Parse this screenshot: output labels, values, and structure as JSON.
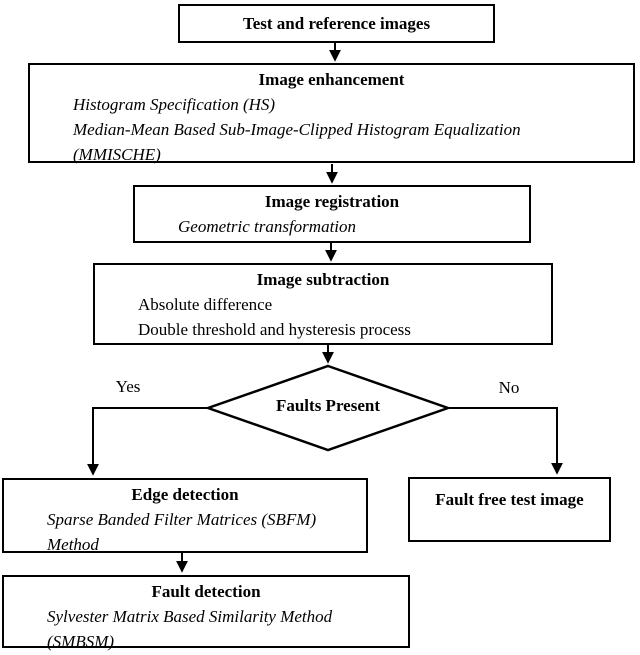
{
  "nodes": {
    "test_reference": {
      "title": "Test and reference images"
    },
    "image_enhancement": {
      "title": "Image enhancement",
      "body": [
        "Histogram Specification (HS)",
        "Median-Mean Based Sub-Image-Clipped Histogram Equalization",
        "(MMISCHE)"
      ]
    },
    "image_registration": {
      "title": "Image registration",
      "body": [
        "Geometric transformation"
      ]
    },
    "image_subtraction": {
      "title": "Image subtraction",
      "body": [
        "Absolute difference",
        "Double threshold and hysteresis process"
      ]
    },
    "faults_decision": {
      "title": "Faults Present"
    },
    "edge_detection": {
      "title": "Edge detection",
      "body": [
        "Sparse Banded Filter Matrices (SBFM)",
        "Method"
      ]
    },
    "fault_free": {
      "title": "Fault free test image"
    },
    "fault_detection": {
      "title": "Fault detection",
      "body": [
        "Sylvester Matrix Based Similarity Method",
        "(SMBSM)"
      ]
    }
  },
  "branch_labels": {
    "yes": "Yes",
    "no": "No"
  },
  "colors": {
    "stroke": "#000000",
    "background": "#ffffff",
    "text": "#000000"
  }
}
